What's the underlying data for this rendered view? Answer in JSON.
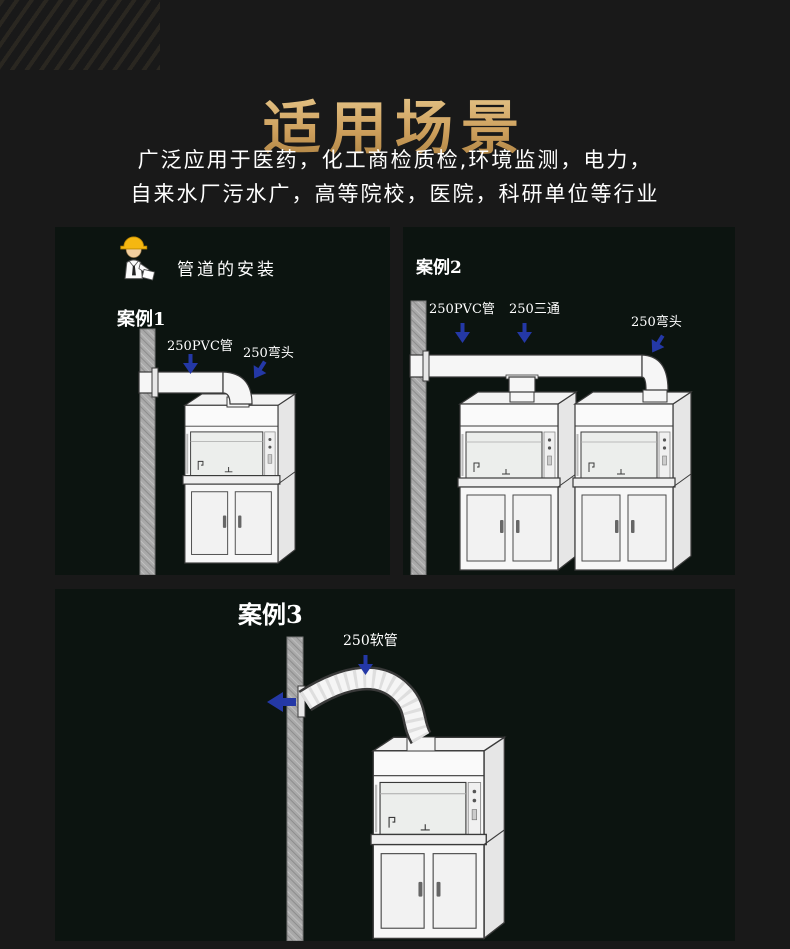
{
  "header": {
    "title": "适用场景",
    "subtitle_line1": "广泛应用于医药，化工商检质检,环境监测，电力，",
    "subtitle_line2": "自来水厂污水广，高等院校，医院，科研单位等行业"
  },
  "case1": {
    "intro_label": "管道的安装",
    "title": "案例1",
    "label_pipe": "250PVC管",
    "label_elbow": "250弯头"
  },
  "case2": {
    "title": "案例2",
    "label_pipe": "250PVC管",
    "label_tee": "250三通",
    "label_elbow": "250弯头"
  },
  "case3": {
    "title": "案例3",
    "label_hose": "250软管"
  },
  "icons": {
    "worker": "worker-with-yellow-hardhat",
    "down_arrow": "down-arrow",
    "down_left_arrow": "down-left-arrow",
    "left_arrow": "left-arrow"
  },
  "colors": {
    "page_bg": "#191919",
    "panel_bg": "#0c1410",
    "title_gold": "#cfa763",
    "text_white": "#ffffff",
    "arrow_blue": "#2438a6",
    "wall_gray": "#a9a9a9",
    "line_dark": "#3a3a3a",
    "drawing_white": "#f6f6f6",
    "helmet_yellow": "#f5b711"
  }
}
